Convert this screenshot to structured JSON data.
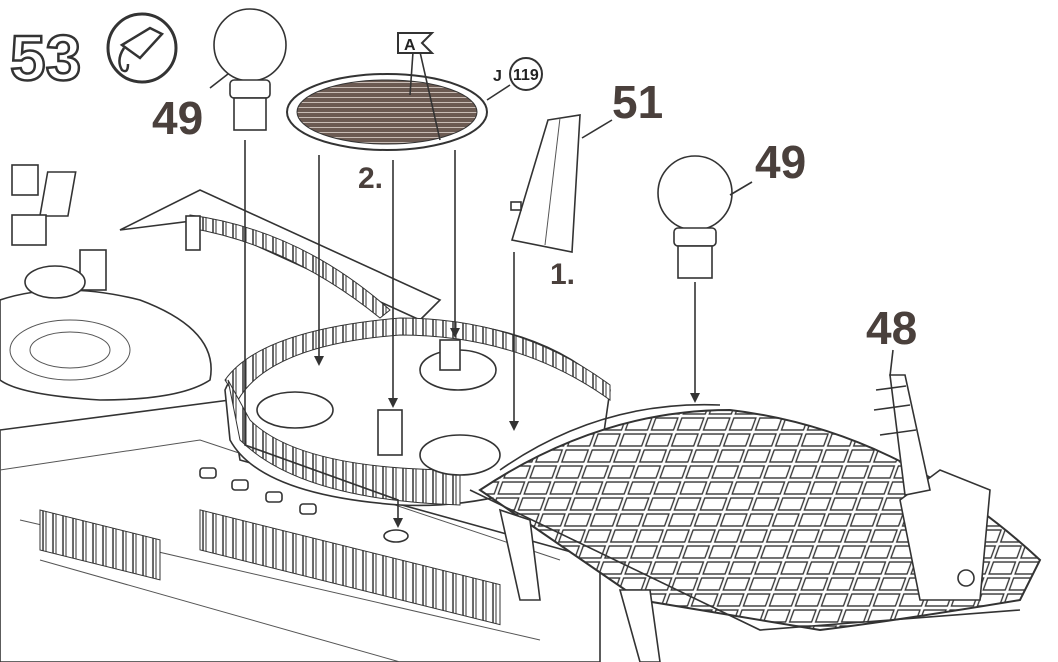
{
  "step": {
    "number": "53",
    "icon": "glue-tube-icon"
  },
  "parts": [
    {
      "id": "part-49-left",
      "label": "49"
    },
    {
      "id": "part-49-right",
      "label": "49"
    },
    {
      "id": "part-51",
      "label": "51"
    },
    {
      "id": "part-48",
      "label": "48"
    }
  ],
  "sub_steps": {
    "first": "1.",
    "second": "2."
  },
  "decal_flag": {
    "label": "A"
  },
  "decal_ref": {
    "sheet": "J",
    "number": "119"
  },
  "colors": {
    "ink": "#333333",
    "label_brown": "#4a403c",
    "grid_fill": "#6b5a52"
  }
}
